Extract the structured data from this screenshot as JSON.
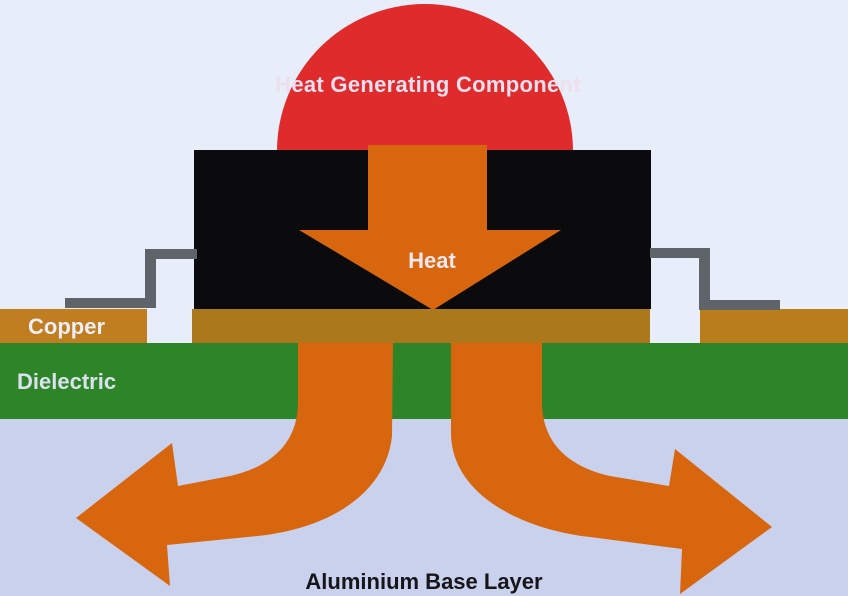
{
  "diagram": {
    "type": "metal-core PCB heat dissipation diagram",
    "labels": {
      "component": "Heat Generating Component",
      "heat": "Heat",
      "copper": "Copper",
      "dielectric": "Dielectric",
      "base": "Aluminium Base Layer"
    },
    "colors": {
      "background": "#E7EDF9",
      "base_layer": "#CAD1ED",
      "dielectric_layer": "#2E8527",
      "copper_left": "#C07E20",
      "copper_center": "#AB781B",
      "copper_right": "#B97D1C",
      "component_body": "#0B0B0D",
      "component_dome": "#E02B2C",
      "heat_arrow": "#D8660F",
      "lead": "#5F646B"
    }
  }
}
